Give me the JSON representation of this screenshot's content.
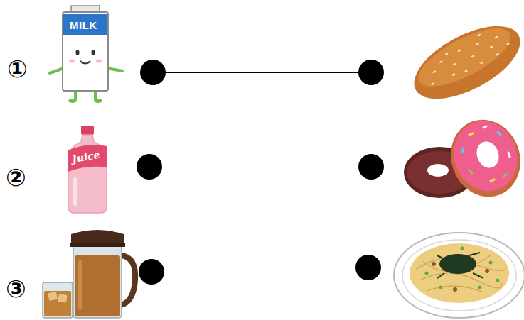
{
  "diagram": {
    "labels": [
      "①",
      "MILK",
      "②",
      "Juice",
      "③"
    ]
  }
}
